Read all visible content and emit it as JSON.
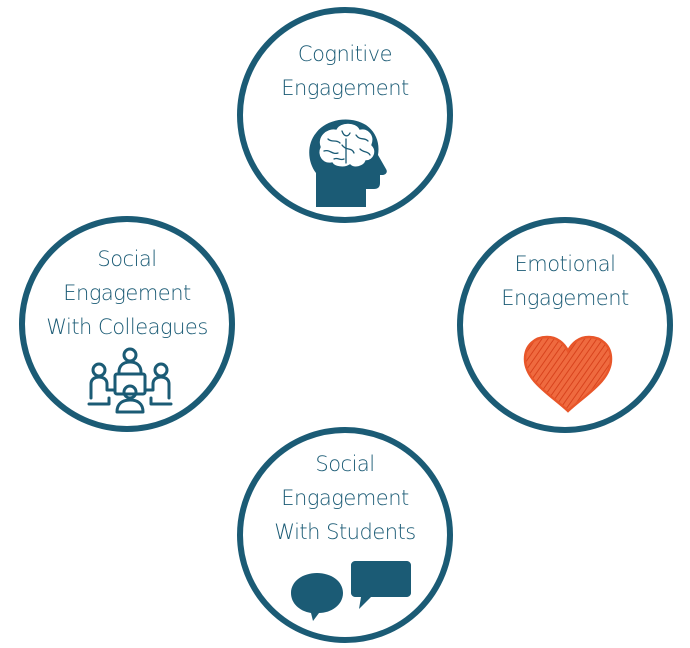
{
  "cognitive": {
    "lines": [
      "Cognitive",
      "Engagement"
    ],
    "icon": "brain-head-icon"
  },
  "emotional": {
    "lines": [
      "Emotional",
      "Engagement"
    ],
    "icon": "heart-icon"
  },
  "colleagues": {
    "lines": [
      "Social",
      "Engagement",
      "With Colleagues"
    ],
    "icon": "meeting-table-icon"
  },
  "students": {
    "lines": [
      "Social",
      "Engagement",
      "With Students"
    ],
    "icon": "speech-bubbles-icon"
  },
  "colors": {
    "ring": "#1b5b75",
    "text": "#1b5b75",
    "heart": "#e8562a"
  }
}
